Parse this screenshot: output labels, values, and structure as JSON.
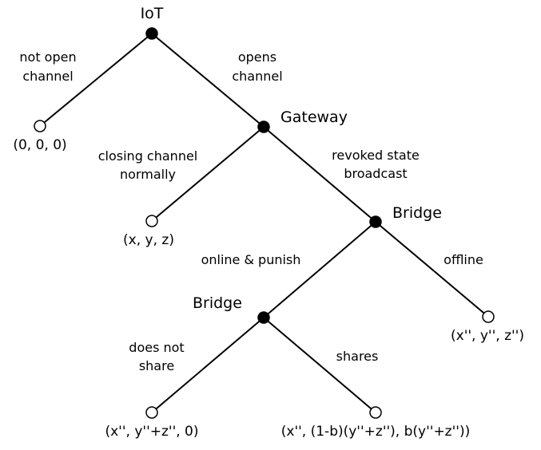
{
  "tree": {
    "players": {
      "iot": "IoT",
      "gateway": "Gateway",
      "bridge_1": "Bridge",
      "bridge_2": "Bridge"
    },
    "actions": {
      "not_open": [
        "not open",
        "channel"
      ],
      "opens": [
        "opens",
        "channel"
      ],
      "closing": [
        "closing channel",
        "normally"
      ],
      "revoked": [
        "revoked state",
        "broadcast"
      ],
      "online": "online & punish",
      "offline": "offline",
      "not_share": [
        "does not",
        "share"
      ],
      "shares": "shares"
    },
    "payoffs": {
      "p1": "(0, 0, 0)",
      "p2": "(x, y, z)",
      "p3": "(x'', y'', z'')",
      "p4": "(x'', y''+z'', 0)",
      "p5": "(x'', (1-b)(y''+z''), b(y''+z''))"
    }
  }
}
